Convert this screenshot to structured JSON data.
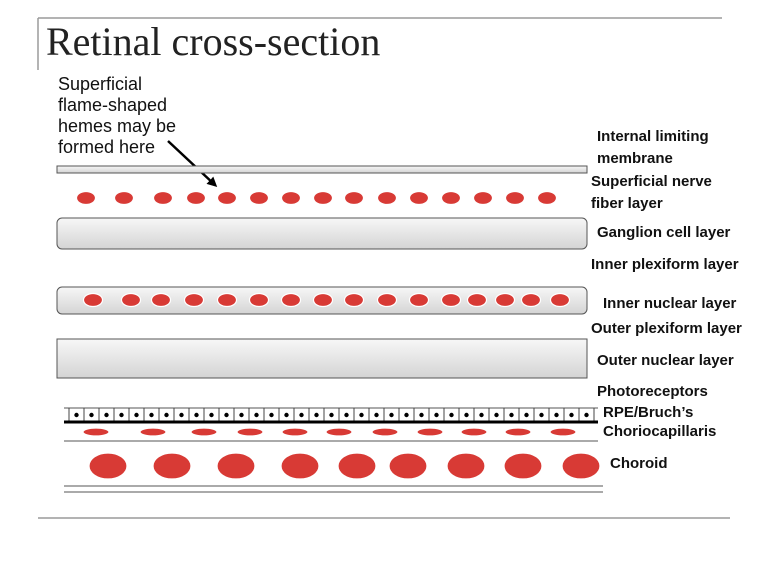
{
  "title": "Retinal cross-section",
  "annotation": {
    "lines": [
      "Superficial",
      "flame-shaped",
      "hemes may be",
      "formed here"
    ]
  },
  "layers": [
    {
      "id": "internal-limiting-membrane",
      "lines": [
        "Internal limiting",
        "membrane"
      ]
    },
    {
      "id": "superficial-nerve-fiber-layer",
      "lines": [
        "Superficial nerve",
        "fiber layer"
      ]
    },
    {
      "id": "ganglion-cell-layer",
      "lines": [
        "Ganglion cell layer"
      ]
    },
    {
      "id": "inner-plexiform-layer",
      "lines": [
        "Inner plexiform layer"
      ]
    },
    {
      "id": "inner-nuclear-layer",
      "lines": [
        "Inner nuclear layer"
      ]
    },
    {
      "id": "outer-plexiform-layer",
      "lines": [
        "Outer plexiform layer"
      ]
    },
    {
      "id": "outer-nuclear-layer",
      "lines": [
        "Outer nuclear layer"
      ]
    },
    {
      "id": "photoreceptors",
      "lines": [
        "Photoreceptors"
      ]
    },
    {
      "id": "rpe-bruchs",
      "lines": [
        "RPE/Bruch’s"
      ]
    },
    {
      "id": "choriocapillaris",
      "lines": [
        "Choriocapillaris"
      ]
    },
    {
      "id": "choroid",
      "lines": [
        "Choroid"
      ]
    }
  ],
  "colors": {
    "cell_red": "#d83a35",
    "band_fill": "#e6e6e6",
    "band_stroke": "#555555",
    "rule": "#999999"
  }
}
